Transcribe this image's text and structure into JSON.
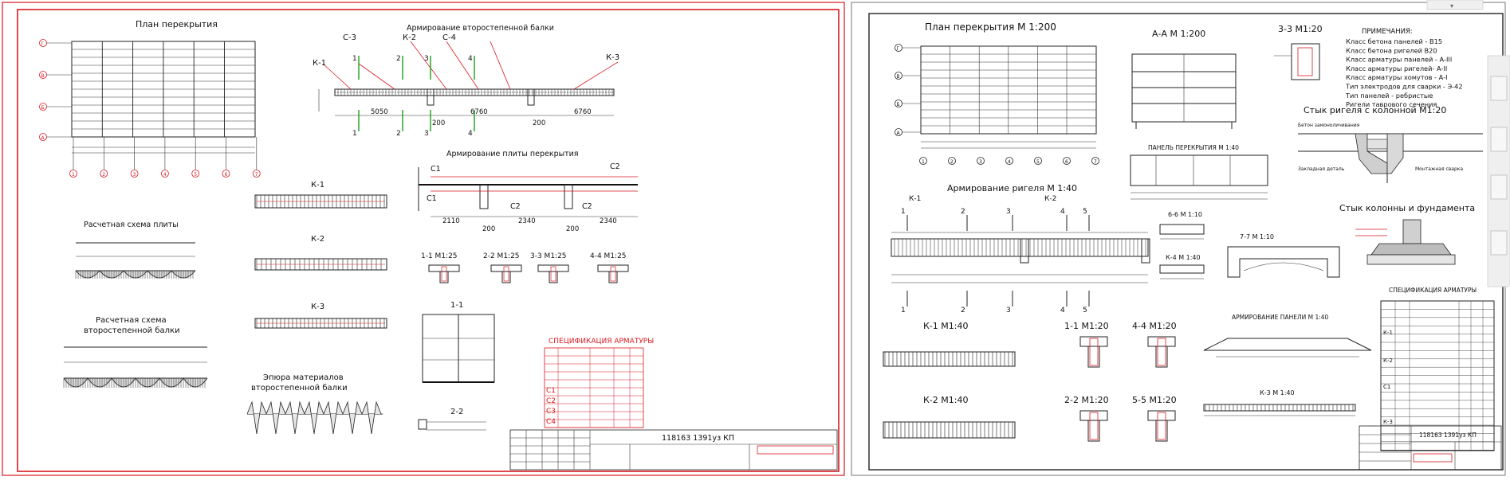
{
  "colors": {
    "frame_left": "#d81920",
    "frame_right": "#222222",
    "spec_red": "#d81920",
    "section_green": "#1aa31a",
    "viewer_gray": "#efefef"
  },
  "sheet1": {
    "plan_title": "План перекрытия",
    "beam_reinf_title": "Армирование второстепенной балки",
    "beam_frames": [
      "С-3",
      "К-2",
      "С-4",
      "К-1",
      "К-3"
    ],
    "beam_spans": [
      "5050",
      "6760",
      "6760"
    ],
    "beam_gaps": [
      "200",
      "200"
    ],
    "beam_cuts": [
      "1",
      "2",
      "3",
      "4"
    ],
    "slab_reinf_title": "Армирование плиты перекрытия",
    "slab_labels": [
      "С1",
      "С1",
      "С2",
      "С2",
      "С2"
    ],
    "slab_dims": [
      "2110",
      "200",
      "2340",
      "200",
      "2340"
    ],
    "frame_k1": "К-1",
    "frame_k2": "К-2",
    "frame_k3": "К-3",
    "calc_slab_title": "Расчетная схема плиты",
    "calc_beam_title_1": "Расчетная схема",
    "calc_beam_title_2": "второстепенной балки",
    "material_title_1": "Эпюра материалов",
    "material_title_2": "второстепенной балки",
    "sections": [
      "1-1 М1:25",
      "2-2 М1:25",
      "3-3 М1:25",
      "4-4 М1:25"
    ],
    "section_11": "1-1",
    "section_22": "2-2",
    "spec_title": "СПЕЦИФИКАЦИЯ АРМАТУРЫ",
    "spec_marks": [
      "С1",
      "С2",
      "С3",
      "С4"
    ],
    "stamp_code": "118163 1391уз КП"
  },
  "sheet2": {
    "plan_title": "План перекрытия М 1:200",
    "aa_title": "А-А М 1:200",
    "s33_title": "3-3 М1:20",
    "notes_title": "ПРИМЕЧАНИЯ:",
    "notes": [
      "Класс бетона панелей - В15",
      "Класс бетона ригелей В20",
      "Класс арматуры панелей - А-III",
      "Класс арматуры ригелей- А-II",
      "Класс арматуры хомутов - А-I",
      "Тип электродов для сварки - Э-42",
      "Тип панелей - ребристые",
      "Ригели таврового сечения"
    ],
    "joint_title": "Стык ригеля с колонной М1:20",
    "joint_labels": [
      "Бетон замоноличивания",
      "Закладная деталь",
      "Монтажная сварка"
    ],
    "panel_title": "ПАНЕЛЬ ПЕРЕКРЫТИЯ М 1:40",
    "girder_title": "Армирование ригеля М 1:40",
    "girder_frames": [
      "К-1",
      "К-2"
    ],
    "girder_cuts": [
      "1",
      "2",
      "3",
      "4",
      "5"
    ],
    "s66_title": "6-6 М 1:10",
    "s77_title": "7-7 М 1:10",
    "k4_title": "К-4 М 1:40",
    "col_joint_title": "Стык колонны и фундамента",
    "spec_title": "СПЕЦИФИКАЦИЯ АРМАТУРЫ",
    "spec_groups": [
      "К-1",
      "К-2",
      "С1",
      "К-3"
    ],
    "k1_title": "К-1 М1:40",
    "k2_title": "К-2 М1:40",
    "s11_title": "1-1 М1:20",
    "s44_title": "4-4 М1:20",
    "s22_title": "2-2 М1:20",
    "s55_title": "5-5 М1:20",
    "panel_reinf_title": "АРМИРОВАНИЕ ПАНЕЛИ М 1:40",
    "k3_title": "К-3 М 1:40",
    "stamp_code": "118163 1391уз КП",
    "plan_rows": [
      "Г",
      "В",
      "Б",
      "А"
    ],
    "plan_cols": [
      "1",
      "2",
      "3",
      "4",
      "5",
      "6",
      "7"
    ]
  },
  "sheet1_plan": {
    "rows": [
      "Г",
      "В",
      "Б",
      "А"
    ],
    "cols": [
      "1",
      "2",
      "3",
      "4",
      "5",
      "6",
      "7"
    ]
  }
}
